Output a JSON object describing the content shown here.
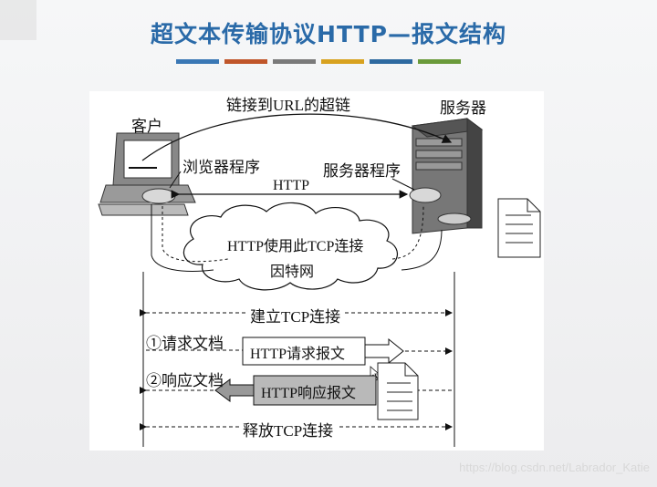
{
  "slide": {
    "title": "超文本传输协议HTTP—报文结构",
    "accent_bars": [
      "#3a78b5",
      "#c0562a",
      "#7a7a7a",
      "#d8a21f",
      "#2e6aa0",
      "#6a9a3a"
    ],
    "watermark": "https://blog.csdn.net/Labrador_Katie"
  },
  "diagram": {
    "client_label": "客户",
    "server_label": "服务器",
    "hyperlink_label": "链接到URL的超链",
    "browser_label": "浏览器程序",
    "server_program_label": "服务器程序",
    "http_label": "HTTP",
    "cloud_line1": "HTTP使用此TCP连接",
    "cloud_line2": "因特网",
    "establish_tcp": "建立TCP连接",
    "request_doc": "①请求文档",
    "request_msg": "HTTP请求报文",
    "response_doc": "②响应文档",
    "response_msg": "HTTP响应报文",
    "release_tcp": "释放TCP连接"
  }
}
